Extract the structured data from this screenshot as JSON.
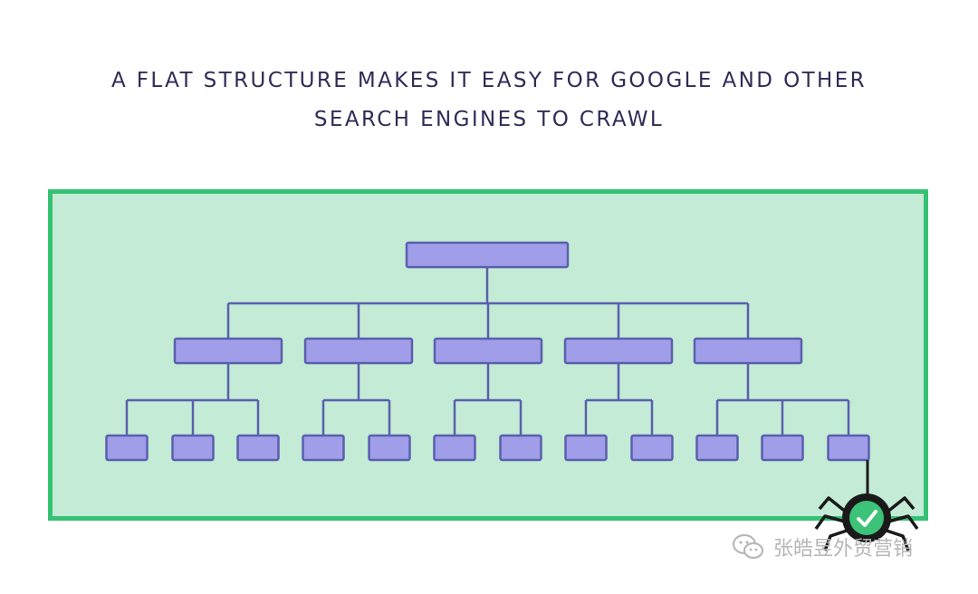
{
  "headline": {
    "line1": "A FLAT STRUCTURE MAKES IT EASY FOR GOOGLE AND OTHER",
    "line2": "SEARCH ENGINES TO CRAWL"
  },
  "diagram": {
    "root": 1,
    "level1": 5,
    "level2": [
      3,
      2,
      2,
      2,
      3
    ],
    "crawler_marker": "spider-check-icon"
  },
  "watermark": {
    "text": "张皓昱外贸营销",
    "icon": "wechat-icon"
  },
  "colors": {
    "frame_border": "#35c274",
    "frame_fill": "#c3ebd6",
    "node_fill": "#a09ee8",
    "node_stroke": "#5a5fad",
    "connector": "#5a5fad",
    "title_text": "#2f2c57",
    "spider_body": "#1a1a1a",
    "check_badge": "#3dc27a"
  }
}
